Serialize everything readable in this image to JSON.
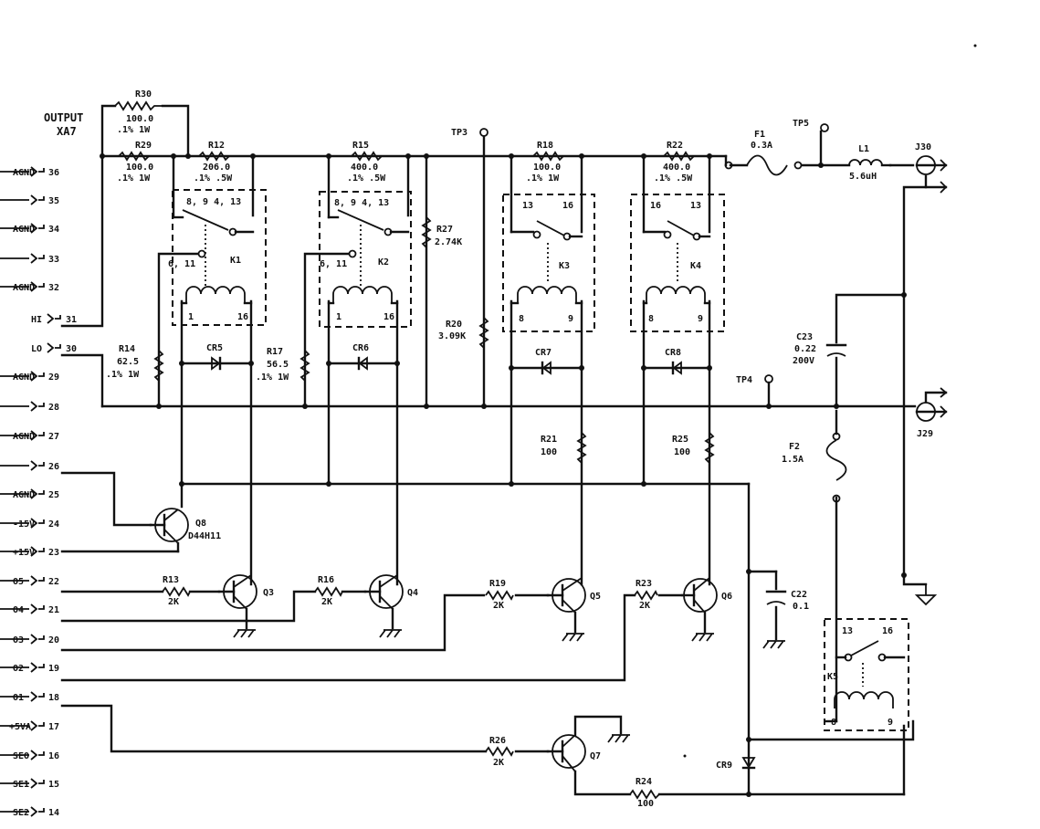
{
  "header": {
    "title": "OUTPUT",
    "subtitle": "XA7"
  },
  "connector_pins": [
    {
      "name": "AGND",
      "num": "36"
    },
    {
      "name": "",
      "num": "35"
    },
    {
      "name": "AGND",
      "num": "34"
    },
    {
      "name": "",
      "num": "33"
    },
    {
      "name": "AGND",
      "num": "32"
    },
    {
      "name": "HI",
      "num": "31"
    },
    {
      "name": "LO",
      "num": "30"
    },
    {
      "name": "AGND",
      "num": "29"
    },
    {
      "name": "",
      "num": "28"
    },
    {
      "name": "AGND",
      "num": "27"
    },
    {
      "name": "",
      "num": "26"
    },
    {
      "name": "AGND",
      "num": "25"
    },
    {
      "name": "-15V",
      "num": "24"
    },
    {
      "name": "+15V",
      "num": "23"
    },
    {
      "name": "O5",
      "num": "22"
    },
    {
      "name": "O4",
      "num": "21"
    },
    {
      "name": "O3",
      "num": "20"
    },
    {
      "name": "O2",
      "num": "19"
    },
    {
      "name": "O1",
      "num": "18"
    },
    {
      "name": "+5VA",
      "num": "17"
    },
    {
      "name": "SEO",
      "num": "16"
    },
    {
      "name": "SE1",
      "num": "15"
    },
    {
      "name": "SE2",
      "num": "14"
    }
  ],
  "resistors": {
    "r30": {
      "ref": "R30",
      "v1": "100.0",
      "v2": ".1% 1W"
    },
    "r29": {
      "ref": "R29",
      "v1": "100.0",
      "v2": ".1% 1W"
    },
    "r12": {
      "ref": "R12",
      "v1": "206.0",
      "v2": ".1% .5W"
    },
    "r15": {
      "ref": "R15",
      "v1": "400.0",
      "v2": ".1% .5W"
    },
    "r18": {
      "ref": "R18",
      "v1": "100.0",
      "v2": ".1% 1W"
    },
    "r22": {
      "ref": "R22",
      "v1": "400.0",
      "v2": ".1% .5W"
    },
    "r27": {
      "ref": "R27",
      "v1": "2.74K"
    },
    "r20": {
      "ref": "R20",
      "v1": "3.09K"
    },
    "r14": {
      "ref": "R14",
      "v1": "62.5",
      "v2": ".1% 1W"
    },
    "r17": {
      "ref": "R17",
      "v1": "56.5",
      "v2": ".1% 1W"
    },
    "r21": {
      "ref": "R21",
      "v1": "100"
    },
    "r25": {
      "ref": "R25",
      "v1": "100"
    },
    "r13": {
      "ref": "R13",
      "v1": "2K"
    },
    "r16": {
      "ref": "R16",
      "v1": "2K"
    },
    "r19": {
      "ref": "R19",
      "v1": "2K"
    },
    "r23": {
      "ref": "R23",
      "v1": "2K"
    },
    "r26": {
      "ref": "R26",
      "v1": "2K"
    },
    "r24": {
      "ref": "R24",
      "v1": "100"
    }
  },
  "relays": {
    "k1": {
      "ref": "K1",
      "pins_top": "8, 9  4, 13",
      "pins_nc": "6, 11",
      "coil_l": "1",
      "coil_r": "16"
    },
    "k2": {
      "ref": "K2",
      "pins_top": "8, 9  4, 13",
      "pins_nc": "6, 11",
      "coil_l": "1",
      "coil_r": "16"
    },
    "k3": {
      "ref": "K3",
      "pin_a": "13",
      "pin_b": "16",
      "coil_l": "8",
      "coil_r": "9"
    },
    "k4": {
      "ref": "K4",
      "pin_a": "16",
      "pin_b": "13",
      "coil_l": "8",
      "coil_r": "9"
    },
    "k5": {
      "ref": "K5",
      "pin_a": "13",
      "pin_b": "16",
      "coil_l": "8",
      "coil_r": "9"
    }
  },
  "diodes": {
    "cr5": "CR5",
    "cr6": "CR6",
    "cr7": "CR7",
    "cr8": "CR8",
    "cr9": "CR9"
  },
  "transistors": {
    "q8": "Q8",
    "q8_part": "D44H11",
    "q3": "Q3",
    "q4": "Q4",
    "q5": "Q5",
    "q6": "Q6",
    "q7": "Q7"
  },
  "testpoints": {
    "tp3": "TP3",
    "tp5": "TP5",
    "tp4": "TP4"
  },
  "fuses": {
    "f1_ref": "F1",
    "f1_val": "0.3A",
    "f2_ref": "F2",
    "f2_val": "1.5A"
  },
  "inductor": {
    "ref": "L1",
    "val": "5.6uH"
  },
  "capacitors": {
    "c23_ref": "C23",
    "c23_v1": "0.22",
    "c23_v2": "200V",
    "c22_ref": "C22",
    "c22_val": "0.1"
  },
  "jacks": {
    "j30": "J30",
    "j29": "J29"
  }
}
